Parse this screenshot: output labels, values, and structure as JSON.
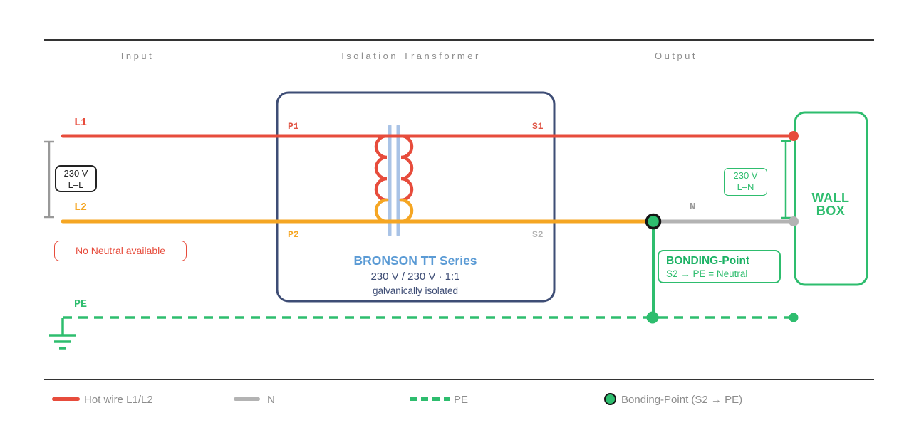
{
  "header": {
    "input": "Input",
    "transformer": "Isolation Transformer",
    "output": "Output"
  },
  "labels": {
    "l1": "L1",
    "l2": "L2",
    "pe": "PE",
    "n": "N",
    "p1": "P1",
    "s1": "S1",
    "p2": "P2",
    "s2": "S2"
  },
  "input_voltage": {
    "value": "230 V",
    "ref": "L–L"
  },
  "output_voltage": {
    "value": "230 V",
    "ref": "L–N"
  },
  "no_neutral_note": "No Neutral available",
  "transformer": {
    "title": "BRONSON TT Series",
    "ratio": "230 V / 230 V · 1:1",
    "note": "galvanically isolated"
  },
  "bonding": {
    "title": "BONDING-Point",
    "detail": "S2 → PE = Neutral"
  },
  "wall_box": {
    "line1": "WALL",
    "line2": "BOX"
  },
  "legend": {
    "hot": "Hot wire L1/L2",
    "neutral": "N",
    "pe": "PE",
    "bonding": "Bonding-Point (S2 → PE)"
  },
  "colors": {
    "hot_red": "#e74c3c",
    "l2_orange": "#f5a623",
    "pe_green": "#2ebd6e",
    "neutral_gray": "#b3b3b3",
    "transformer_navy": "#3e4d75",
    "core_blue": "#a9c3e6",
    "brand_blue": "#5b9bd5",
    "text_gray": "#8d8d8d"
  }
}
